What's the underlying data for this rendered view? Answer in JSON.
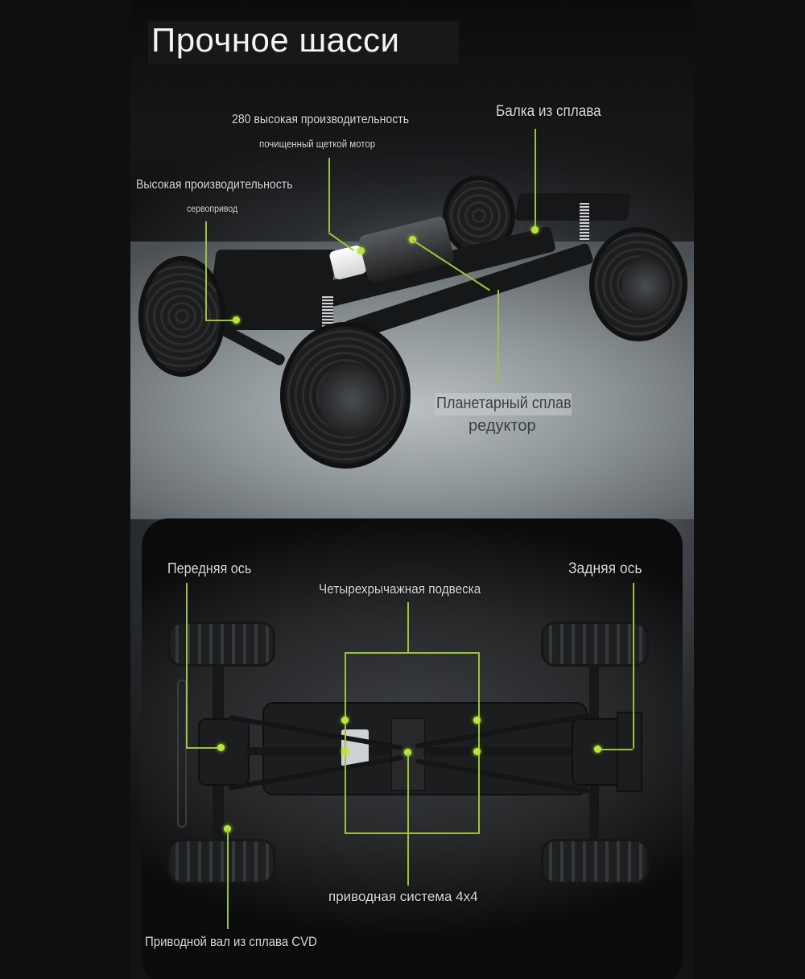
{
  "page": {
    "title": "Прочное шасси",
    "accent_color": "#9bc43a",
    "dot_color": "#b6e83a",
    "background_color": "#0f0f10"
  },
  "top_view": {
    "callouts": {
      "motor_line1": "280 высокая производительность",
      "motor_line2": "почищенный щеткой мотор",
      "servo_line1": "Высокая производительность",
      "servo_line2": "сервопривод",
      "beam": "Балка из сплава",
      "gearbox_line1": "Планетарный сплав",
      "gearbox_line2": "редуктор"
    }
  },
  "bottom_view": {
    "callouts": {
      "front_axle": "Передняя ось",
      "rear_axle": "Задняя ось",
      "suspension": "Четырехрычажная подвеска",
      "drive_system": "приводная система 4x4",
      "drive_shaft": "Приводной вал из сплава CVD"
    }
  }
}
